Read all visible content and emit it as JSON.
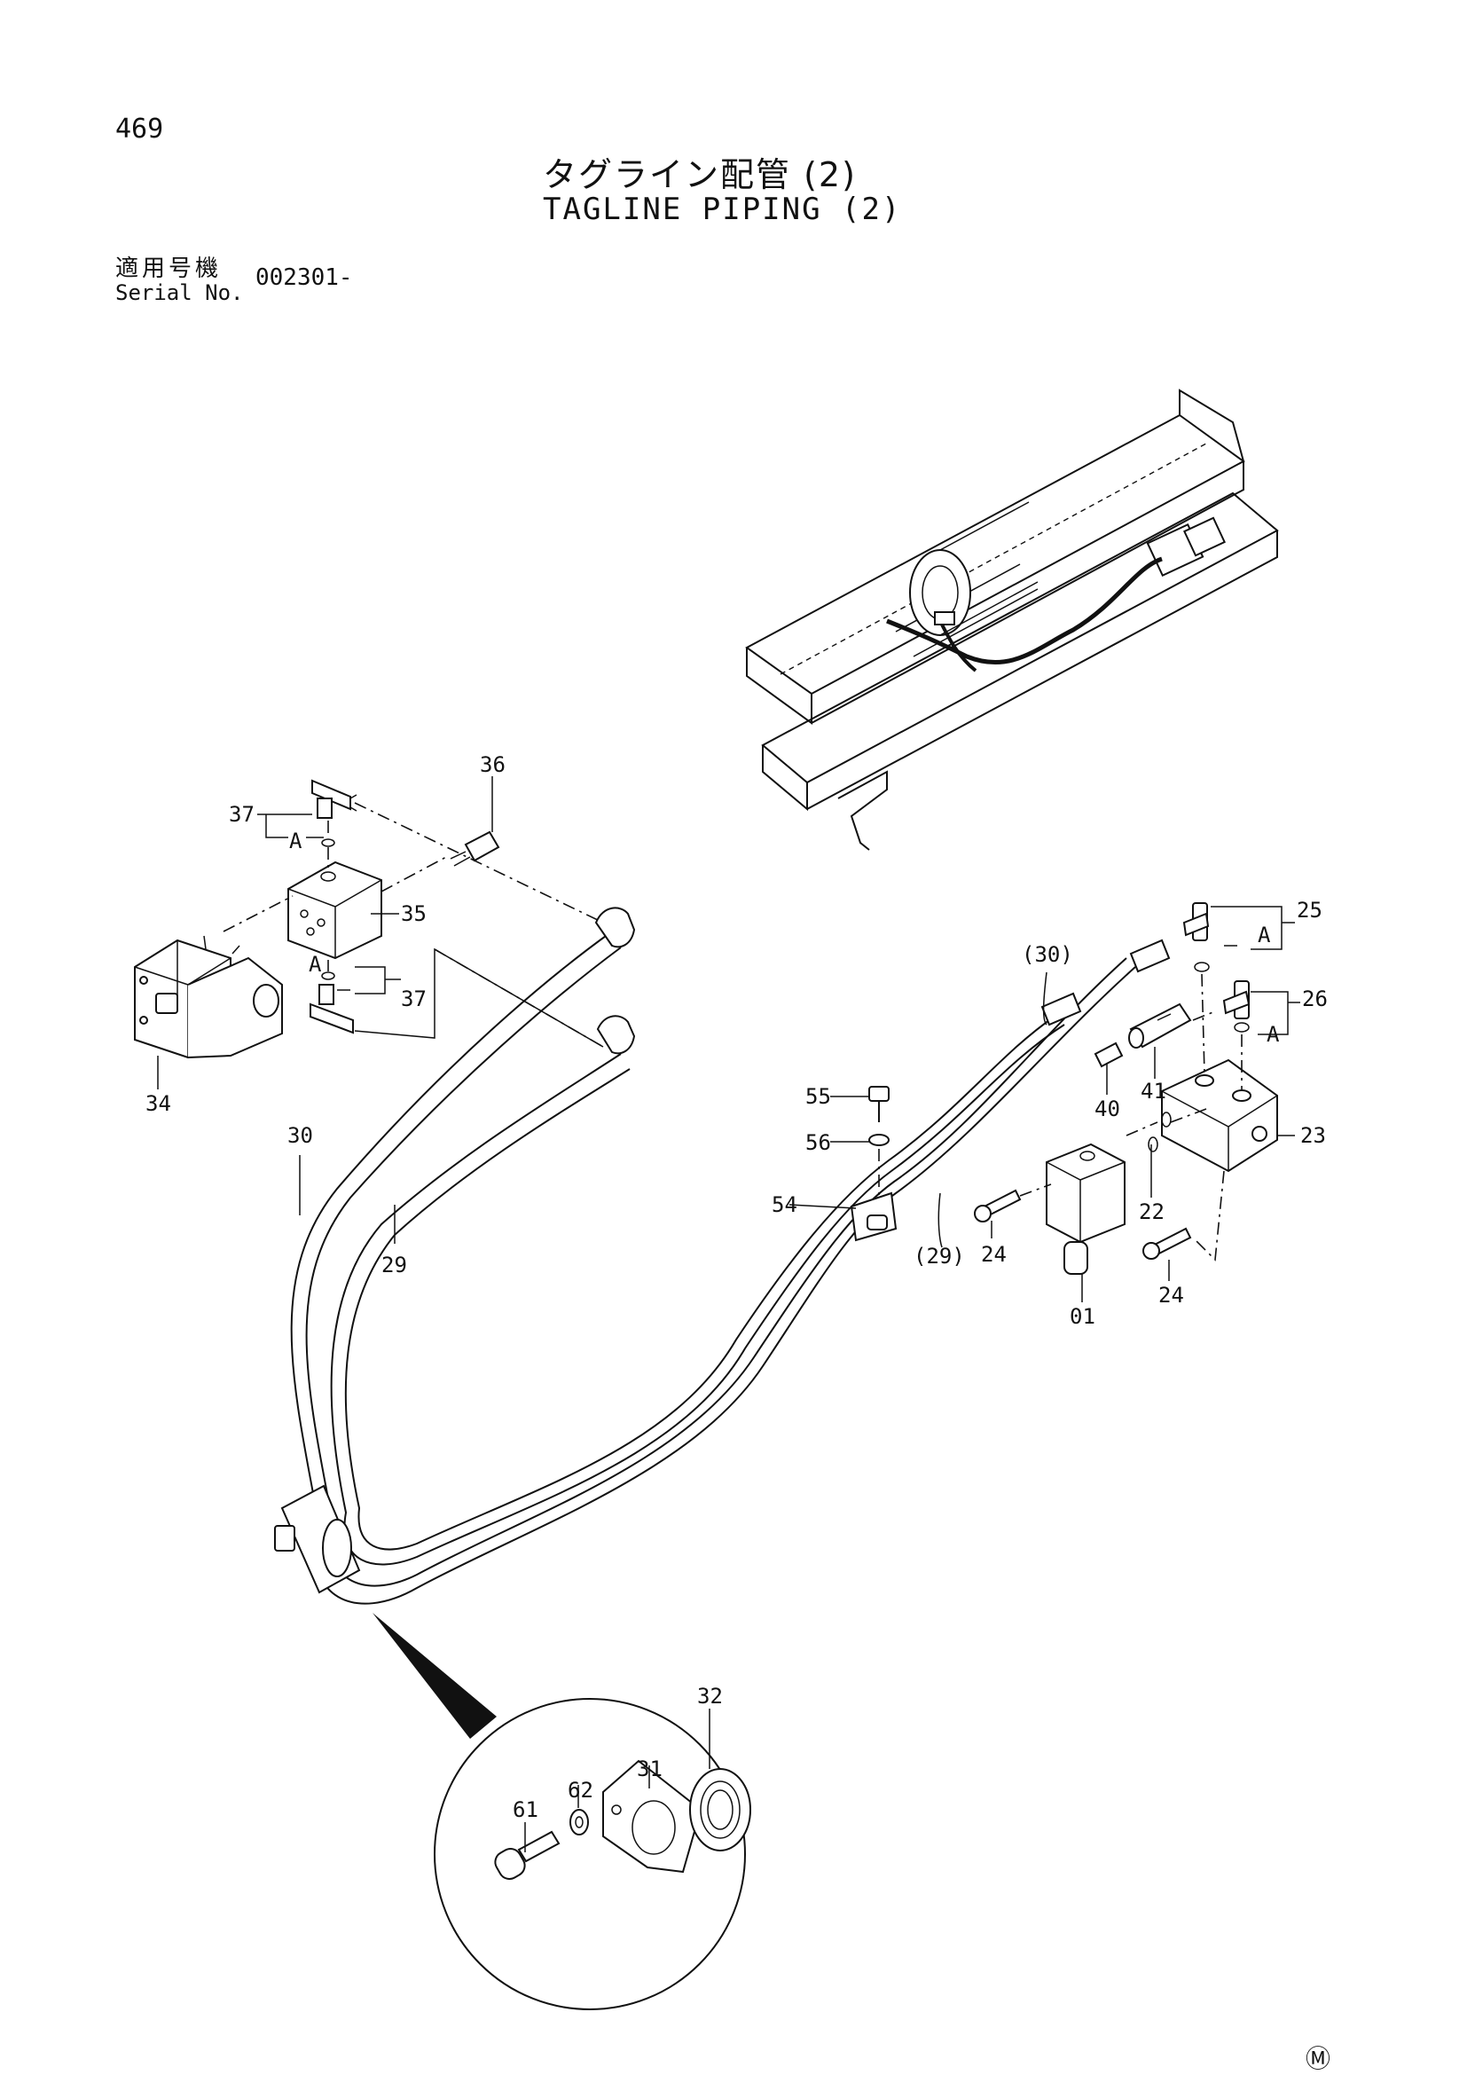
{
  "page_number": "469",
  "title_ja": "タグライン配管 (2)",
  "title_en": "TAGLINE PIPING (2)",
  "serial": {
    "label_ja": "適用号機",
    "label_en": "Serial No.",
    "value": "002301-"
  },
  "callouts": {
    "c36": "36",
    "c37a": "37",
    "c37b": "37",
    "a1": "A",
    "a2": "A",
    "c35": "35",
    "c34": "34",
    "c30": "30",
    "c29": "29",
    "c30p": "(30)",
    "c29p": "(29)",
    "c25": "25",
    "a3": "A",
    "c26": "26",
    "a4": "A",
    "c55": "55",
    "c56": "56",
    "c54": "54",
    "c40": "40",
    "c41": "41",
    "c23": "23",
    "c22": "22",
    "c24a": "24",
    "c24b": "24",
    "c01": "01",
    "c32": "32",
    "c31": "31",
    "c62": "62",
    "c61": "61"
  },
  "mark": "Ⓜ"
}
